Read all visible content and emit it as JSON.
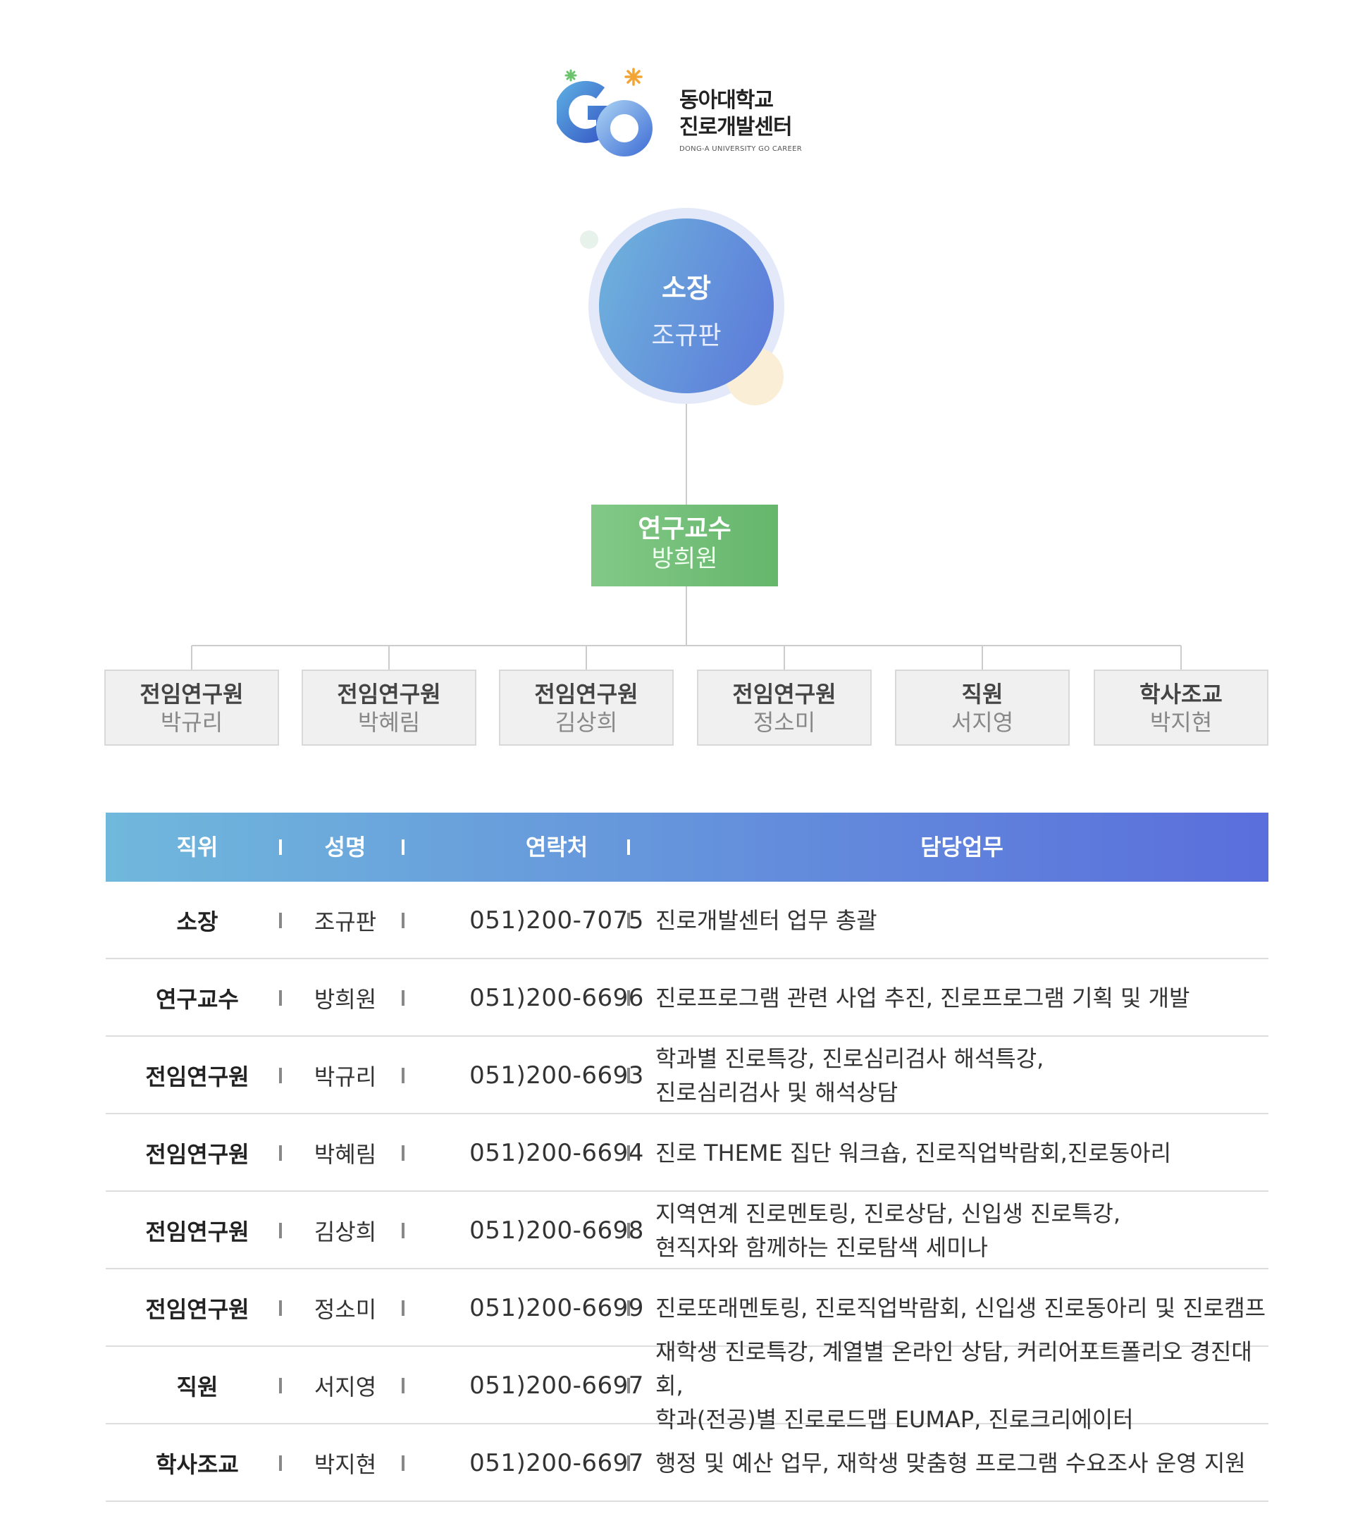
{
  "logo": {
    "line1": "동아대학교",
    "line2": "진로개발센터",
    "sub": "DONG-A UNIVERSITY GO CAREER",
    "mark": "GO"
  },
  "org": {
    "director": {
      "role": "소장",
      "name": "조규판"
    },
    "professor": {
      "role": "연구교수",
      "name": "방희원"
    },
    "staff": [
      {
        "role": "전임연구원",
        "name": "박규리"
      },
      {
        "role": "전임연구원",
        "name": "박혜림"
      },
      {
        "role": "전임연구원",
        "name": "김상희"
      },
      {
        "role": "전임연구원",
        "name": "정소미"
      },
      {
        "role": "직원",
        "name": "서지영"
      },
      {
        "role": "학사조교",
        "name": "박지현"
      }
    ]
  },
  "table": {
    "headers": {
      "role": "직위",
      "name": "성명",
      "phone": "연락처",
      "duty": "담당업무"
    },
    "rows": [
      {
        "role": "소장",
        "name": "조규판",
        "phone": "051)200-7075",
        "duty": "진로개발센터 업무 총괄"
      },
      {
        "role": "연구교수",
        "name": "방희원",
        "phone": "051)200-6696",
        "duty": "진로프로그램 관련 사업 추진, 진로프로그램 기획 및 개발"
      },
      {
        "role": "전임연구원",
        "name": "박규리",
        "phone": "051)200-6693",
        "duty": "학과별 진로특강, 진로심리검사 해석특강,\n진로심리검사 및 해석상담"
      },
      {
        "role": "전임연구원",
        "name": "박혜림",
        "phone": "051)200-6694",
        "duty": "진로 THEME 집단 워크숍, 진로직업박람회,진로동아리"
      },
      {
        "role": "전임연구원",
        "name": "김상희",
        "phone": "051)200-6698",
        "duty": "지역연계 진로멘토링, 진로상담, 신입생 진로특강,\n현직자와 함께하는 진로탐색 세미나"
      },
      {
        "role": "전임연구원",
        "name": "정소미",
        "phone": "051)200-6699",
        "duty": "진로또래멘토링, 진로직업박람회, 신입생 진로동아리 및 진로캠프"
      },
      {
        "role": "직원",
        "name": "서지영",
        "phone": "051)200-6697",
        "duty": "재학생 진로특강, 계열별 온라인 상담, 커리어포트폴리오 경진대회,\n학과(전공)별 진로로드맵 EUMAP, 진로크리에이터"
      },
      {
        "role": "학사조교",
        "name": "박지현",
        "phone": "051)200-6697",
        "duty": "행정 및 예산 업무, 재학생 맞춤형 프로그램 수요조사 운영 지원"
      }
    ]
  }
}
